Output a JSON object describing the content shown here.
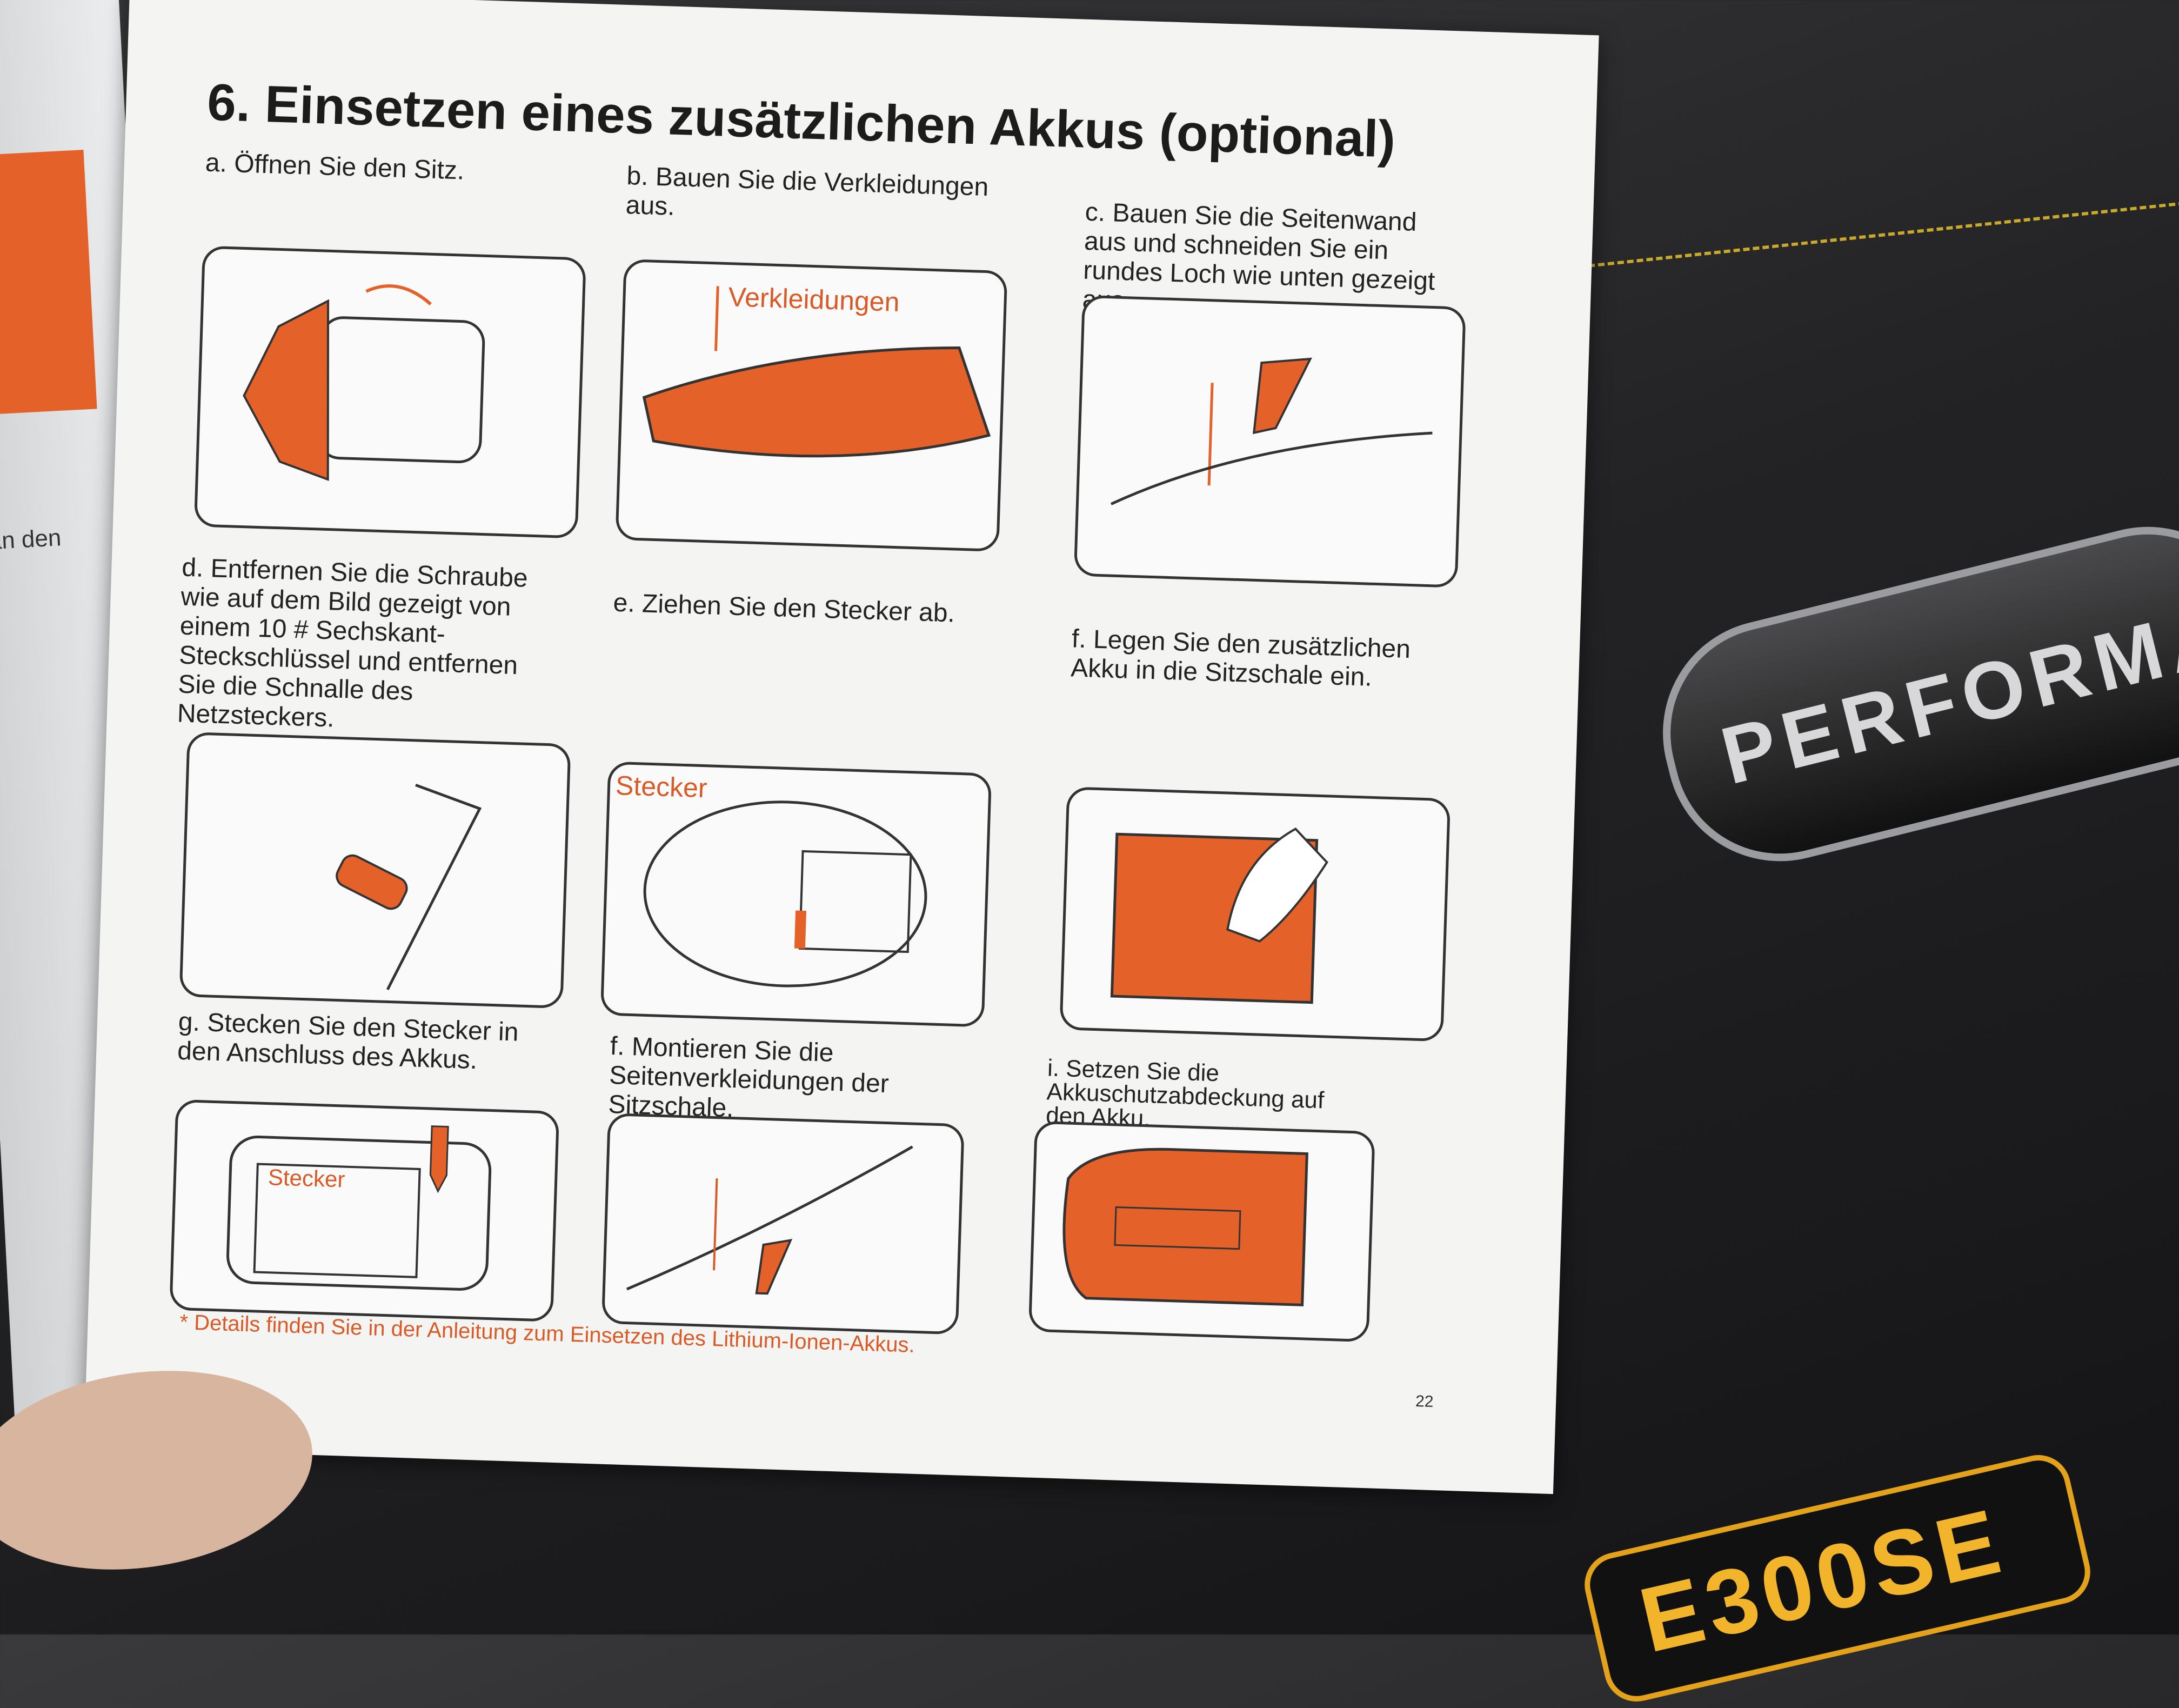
{
  "manual": {
    "title": "6. Einsetzen eines zusätzlichen Akkus (optional)",
    "steps": [
      {
        "caption": "a. Öffnen Sie den Sitz."
      },
      {
        "caption": "b. Bauen Sie die Verkleidungen aus.",
        "label": "Verkleidungen"
      },
      {
        "caption": "c. Bauen Sie die Seitenwand aus und schneiden Sie ein rundes Loch wie unten gezeigt aus."
      },
      {
        "caption": "d. Entfernen Sie die Schraube wie auf dem Bild gezeigt von einem 10 # Sechskant-Steckschlüssel und entfernen Sie die Schnalle des Netzsteckers."
      },
      {
        "caption": "e. Ziehen Sie den Stecker ab.",
        "label": "Stecker"
      },
      {
        "caption": "f. Legen Sie den zusätzlichen Akku in die Sitzschale ein."
      },
      {
        "caption": "g. Stecken Sie den Stecker in den Anschluss des Akkus.",
        "label": "Stecker"
      },
      {
        "caption": "f. Montieren Sie die Seitenverkleidungen der Sitzschale."
      },
      {
        "caption": "i. Setzen Sie die Akkuschutzabdeckung auf den Akku."
      }
    ],
    "footnote": "* Details finden Sie in der Anleitung zum Einsetzen des Lithium-Ionen-Akkus.",
    "page_number": "22"
  },
  "background": {
    "left_page_text": "n an den",
    "badge_text": "PERFORMA",
    "model_badge_text": "E300SE"
  },
  "colors": {
    "accent": "#e5612a",
    "text": "#222222",
    "paper": "#f4f4f2"
  }
}
